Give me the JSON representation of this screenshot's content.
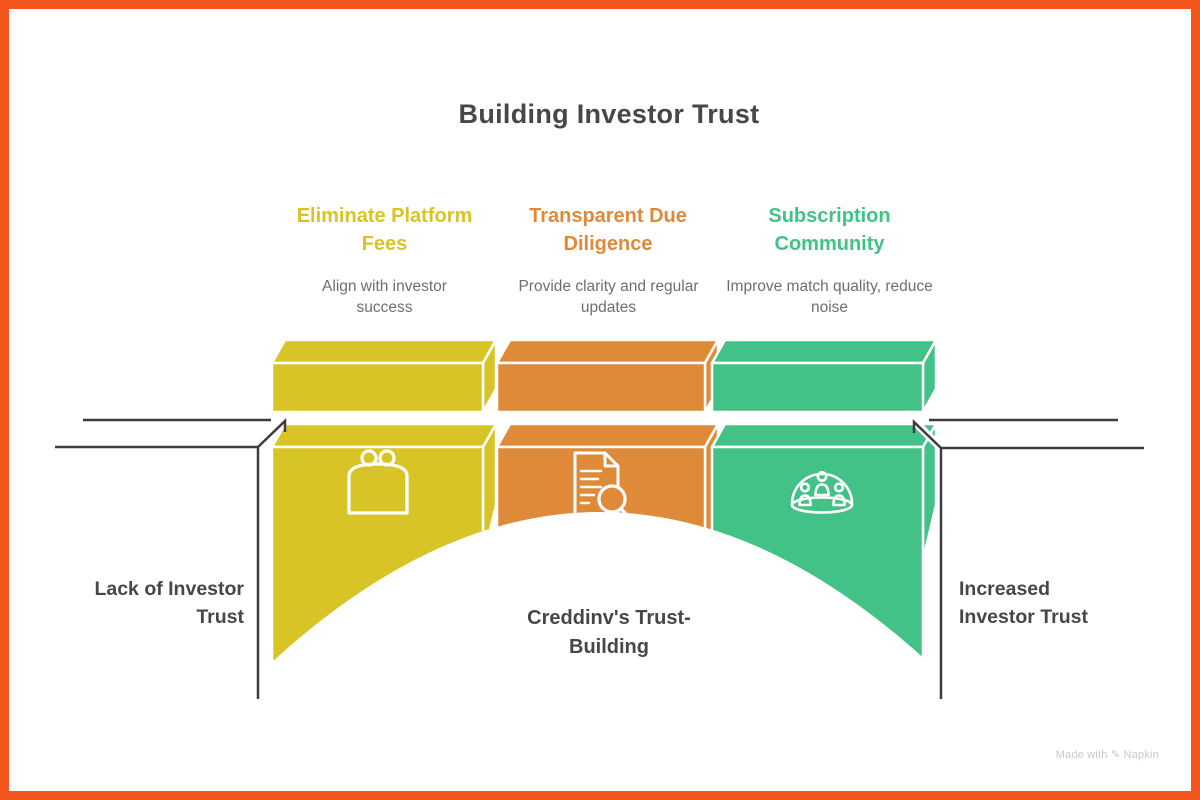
{
  "title": "Building Investor Trust",
  "pillars": [
    {
      "title": "Eliminate Platform Fees",
      "description": "Align with investor success",
      "icon": "purse-icon",
      "color": "#d9c427"
    },
    {
      "title": "Transparent Due Diligence",
      "description": "Provide clarity and regular updates",
      "icon": "document-search-icon",
      "color": "#de8a38"
    },
    {
      "title": "Subscription Community",
      "description": "Improve match quality, reduce noise",
      "icon": "community-icon",
      "color": "#42c287"
    }
  ],
  "left_label": "Lack of Investor Trust",
  "right_label": "Increased Investor Trust",
  "center_label": "Creddinv's Trust-Building",
  "watermark": "Made with ✎ Napkin",
  "colors": {
    "fees": "#d9c427",
    "diligence": "#de8a38",
    "community": "#42c287",
    "frame": "#f4571d",
    "line": "#3d3d3d",
    "title_text": "#474747",
    "body_text": "#6e6e6e",
    "muted": "#c9c9c9"
  }
}
